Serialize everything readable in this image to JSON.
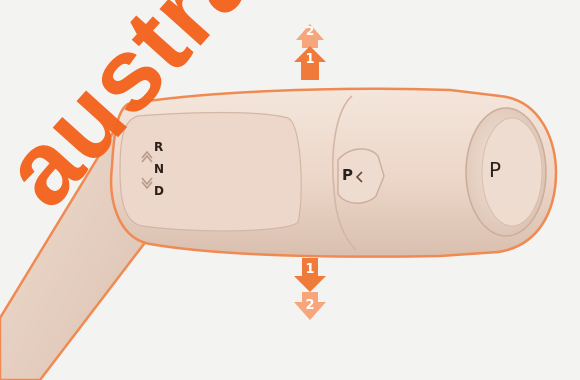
{
  "stalk": {
    "gear_r": "R",
    "gear_n": "N",
    "gear_d": "D",
    "park_button_side": "P",
    "park_button_end": "P"
  },
  "arrows": {
    "up": [
      "2",
      "1"
    ],
    "down": [
      "1",
      "2"
    ]
  },
  "watermark_text": "australia.com",
  "colors": {
    "background": "#f3f3f2",
    "stalk_body": "#edd9cc",
    "outline_accent": "#f08a52",
    "arrow_dark": "#f07a3a",
    "arrow_light": "#f6a67a",
    "watermark": "#f2641e"
  }
}
